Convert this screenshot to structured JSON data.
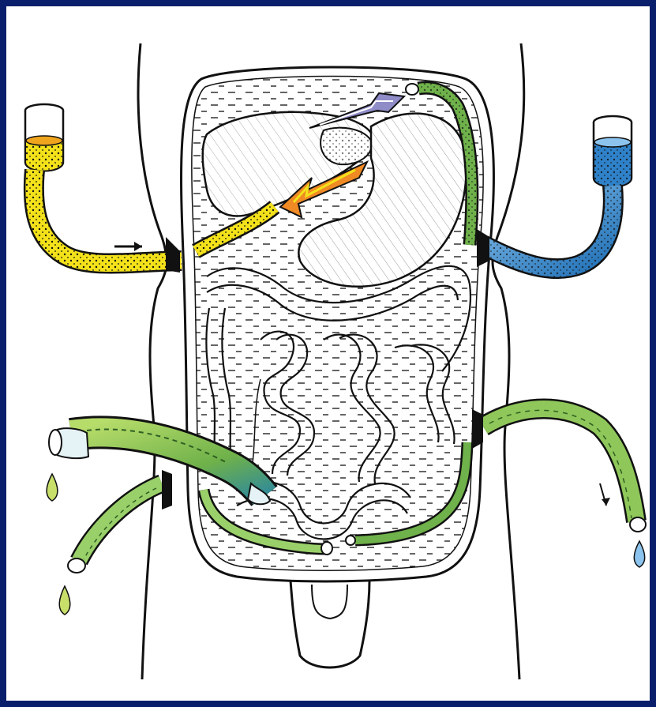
{
  "illustration": {
    "frame_color": "#0a1f6b",
    "colors": {
      "yellow_fluid": "#f3e11a",
      "yellow_fluid_top": "#f0a51e",
      "blue_fluid": "#2f82c9",
      "blue_fluid_light": "#8cc4ee",
      "green_tube": "#7cbf4a",
      "green_tube_dark": "#3d7f2a",
      "purple_arrow": "#8f8cc8",
      "orange_arrow": "#f08a24",
      "outline": "#111111"
    },
    "parts": [
      "torso-outline",
      "peritoneal-cavity",
      "liver",
      "stomach",
      "intestines",
      "inflow-container-yellow",
      "inflow-tube-yellow",
      "outflow-container-blue",
      "outflow-tube-blue",
      "drainage-tube-lower-left",
      "drainage-tube-small-left",
      "drainage-tube-right",
      "flow-arrow-purple",
      "flow-arrow-orange",
      "fluid-drops"
    ]
  }
}
